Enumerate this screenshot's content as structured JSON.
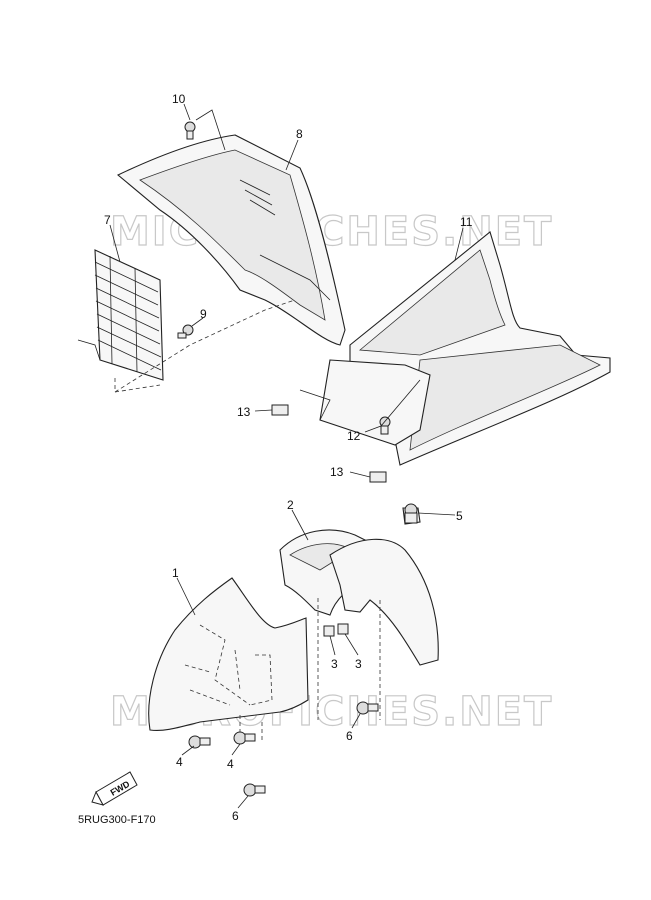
{
  "diagram_code": "5RUG300-F170",
  "watermark_text": "MICROFICHES.NET",
  "fwd_label": "FWD",
  "callouts": {
    "c1": "1",
    "c2": "2",
    "c3a": "3",
    "c3b": "3",
    "c4a": "4",
    "c4b": "4",
    "c5": "5",
    "c6a": "6",
    "c6b": "6",
    "c7": "7",
    "c8": "8",
    "c9": "9",
    "c10": "10",
    "c11": "11",
    "c12": "12",
    "c13a": "13",
    "c13b": "13"
  }
}
